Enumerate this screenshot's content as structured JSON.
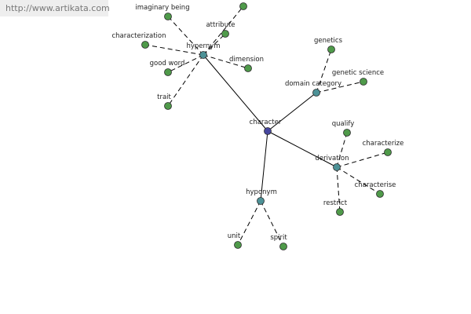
{
  "site_link": "http://www.artikata.com",
  "colors": {
    "center_node": "#46469e",
    "relation_node": "#4d9297",
    "leaf_node": "#4f9a4a",
    "edge": "#000000",
    "label": "#222222"
  },
  "graph": {
    "center": "character",
    "relations": [
      {
        "id": "hypernym",
        "label": "hypernym",
        "leaves": [
          "imaginary being",
          "attribute",
          "characterization",
          "dimension",
          "good word",
          "trait",
          ""
        ]
      },
      {
        "id": "domain-category",
        "label": "domain category",
        "leaves": [
          "genetics",
          "genetic science"
        ]
      },
      {
        "id": "derivation",
        "label": "derivation",
        "leaves": [
          "qualify",
          "characterize",
          "characterise",
          "restrict"
        ]
      },
      {
        "id": "hyponym",
        "label": "hyponym",
        "leaves": [
          "unit",
          "spirit"
        ]
      }
    ]
  }
}
